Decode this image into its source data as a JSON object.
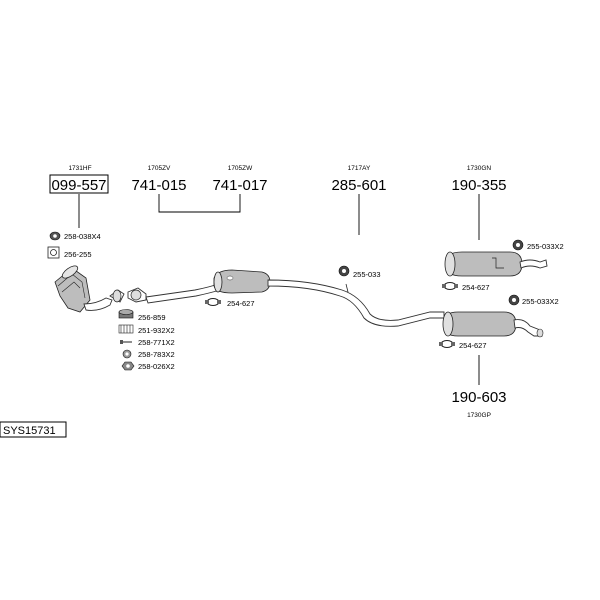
{
  "parts": {
    "cat": {
      "ref": "1731HF",
      "number": "099-557"
    },
    "front_pipe": {
      "ref": "1705ZV",
      "number": "741-015"
    },
    "mid_pipe": {
      "ref": "1705ZW",
      "number": "741-017"
    },
    "center_silencer": {
      "ref": "1717AY",
      "number": "285-601"
    },
    "rear_silencer_a": {
      "ref": "1730GN",
      "number": "190-355"
    },
    "rear_silencer_b": {
      "ref": "1730GP",
      "number": "190-603"
    }
  },
  "fittings": {
    "f258_038": "258-038X4",
    "f256_255": "256-255",
    "f256_859": "256-859",
    "f251_932": "251-932X2",
    "f258_771": "258-771X2",
    "f258_783": "258-783X2",
    "f258_026": "258-026X2",
    "f254_627_a": "254-627",
    "f255_033": "255-033",
    "f254_627_b": "254-627",
    "f255_033_a": "255-033X2",
    "f255_033_b": "255-033X2",
    "f254_627_c": "254-627"
  },
  "system_code": "SYS15731"
}
